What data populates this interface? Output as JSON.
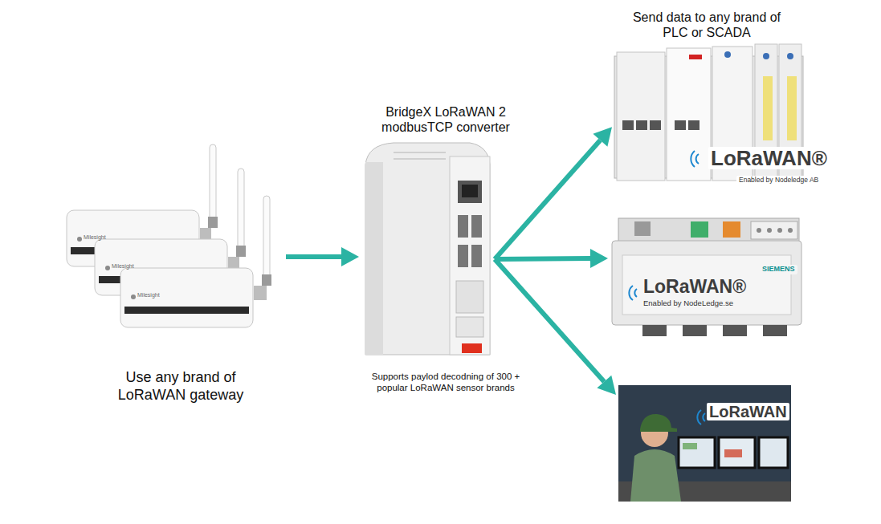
{
  "diagram": {
    "nodes": [
      {
        "text": [
          "Use any brand of LoRaWAN gateway"
        ]
      },
      {
        "text": [
          "BridgeX LoRaWAN 2 modbusTCP converter",
          "Supports paylod decodning of 300 + popular LoRaWAN sensor brands"
        ]
      },
      {
        "text": [
          "Send data to any brand of PLC or SCADA",
          "LoRaWAN®",
          "Enabled by Nodeledge AB"
        ]
      },
      {
        "text": [
          "LoRaWAN®",
          "Enabled by NodeLedge.se",
          "SIEMENS"
        ]
      },
      {
        "text": [
          "LoRaWAN"
        ]
      }
    ],
    "edges": [
      {
        "from": 0,
        "to": 1,
        "arrow": "to"
      },
      {
        "from": 1,
        "to": 2,
        "arrow": "to"
      },
      {
        "from": 1,
        "to": 3,
        "arrow": "to"
      },
      {
        "from": 1,
        "to": 4,
        "arrow": "to"
      }
    ],
    "labels": [
      "Milesight",
      "Milesight",
      "Milesight"
    ]
  }
}
